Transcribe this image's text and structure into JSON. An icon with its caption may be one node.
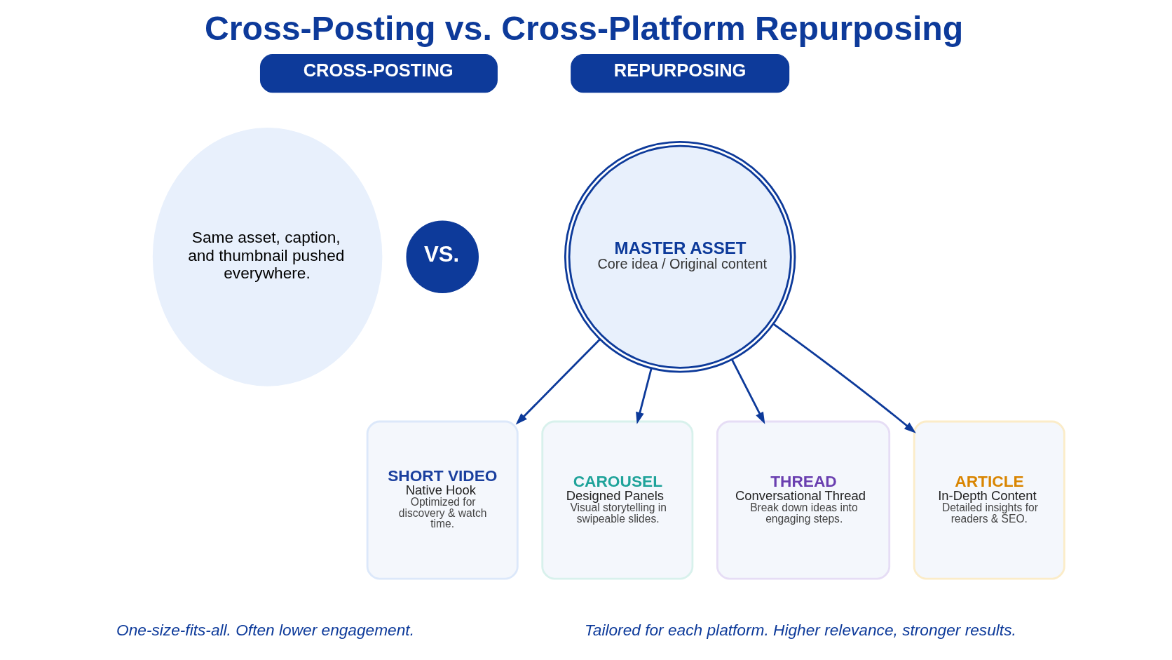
{
  "diagram": {
    "title": "Cross-Posting vs. Cross-Platform Repurposing",
    "nodes": [
      {
        "text": [
          "CROSS-POSTING"
        ]
      },
      {
        "text": [
          "Same asset, caption, and thumbnail pushed everywhere."
        ]
      },
      {
        "text": [
          "VS."
        ]
      },
      {
        "text": [
          "REPURPOSING"
        ]
      },
      {
        "text": [
          "MASTER ASSET",
          "Core idea / Original content"
        ]
      },
      {
        "text": [
          "SHORT VIDEO",
          "Native Hook",
          "Optimized for discovery & watch time."
        ]
      },
      {
        "text": [
          "CAROUSEL",
          "Designed Panels",
          "Visual storytelling in swipeable slides."
        ]
      },
      {
        "text": [
          "THREAD",
          "Conversational Thread",
          "Break down ideas into engaging steps."
        ]
      },
      {
        "text": [
          "ARTICLE",
          "In-Depth Content",
          "Detailed insights for readers & SEO."
        ]
      }
    ],
    "edges": [
      {
        "from": 4,
        "to": 5,
        "arrow": "to"
      },
      {
        "from": 4,
        "to": 6,
        "arrow": "to"
      },
      {
        "from": 4,
        "to": 7,
        "arrow": "to"
      },
      {
        "from": 4,
        "to": 8,
        "arrow": "to"
      }
    ],
    "labels": [
      "One-size-fits-all. Often lower engagement.",
      "Tailored for each platform. Higher relevance, stronger results."
    ]
  }
}
